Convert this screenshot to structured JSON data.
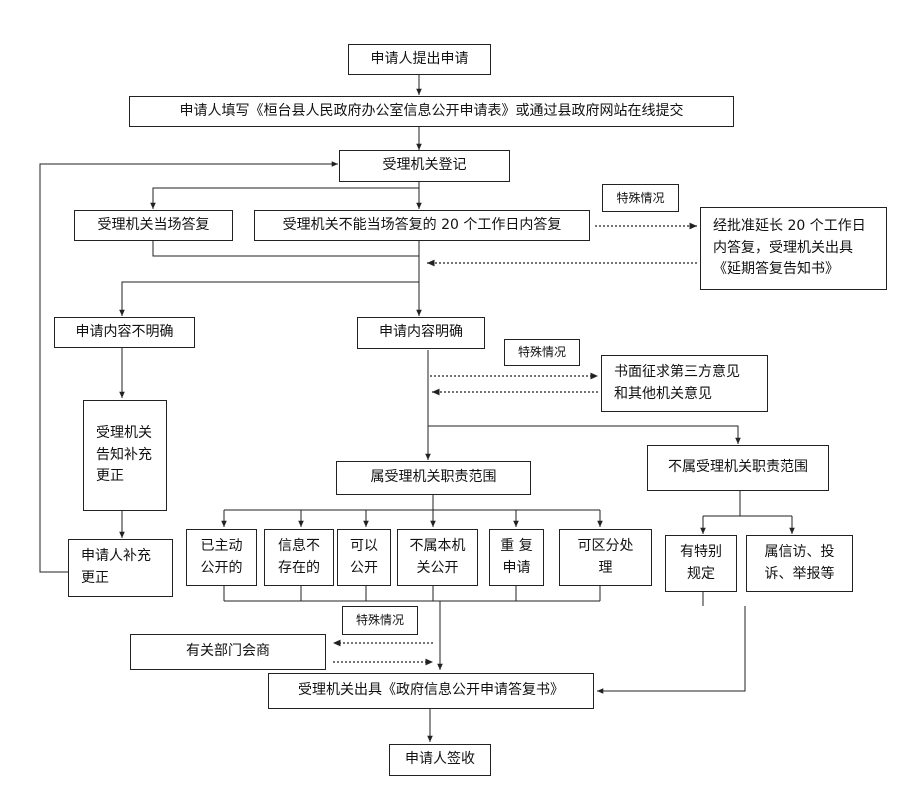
{
  "nodes": {
    "apply": "申请人提出申请",
    "fill_form": "申请人填写《桓台县人民政府办公室信息公开申请表》或通过县政府网站在线提交",
    "register": "受理机关登记",
    "reply_onsite": "受理机关当场答复",
    "reply_20days": "受理机关不能当场答复的 20 个工作日内答复",
    "special_1": "特殊情况",
    "extend": "经批准延长 20 个工作日\n内答复，受理机关出具\n《延期答复告知书》",
    "unclear": "申请内容不明确",
    "clear": "申请内容明确",
    "special_2": "特殊情况",
    "third_party": "书面征求第三方意见\n和其他机关意见",
    "notify_correct": "受理机关\n告知补充\n更正",
    "applicant_correct": "申请人补充\n更正",
    "in_scope": "属受理机关职责范围",
    "out_scope": "不属受理机关职责范围",
    "published": "已主动\n公开的",
    "not_exist": "信息不\n存在的",
    "can_public": "可以\n公开",
    "not_public": "不属本机\n关公开",
    "repeat": "重 复\n申请",
    "partial": "可区分处\n理",
    "special_rule": "有特别\n规定",
    "petition": "属信访、投\n诉、举报等",
    "special_3": "特殊情况",
    "consult": "有关部门会商",
    "issue_reply": "受理机关出具《政府信息公开申请答复书》",
    "sign": "申请人签收"
  }
}
